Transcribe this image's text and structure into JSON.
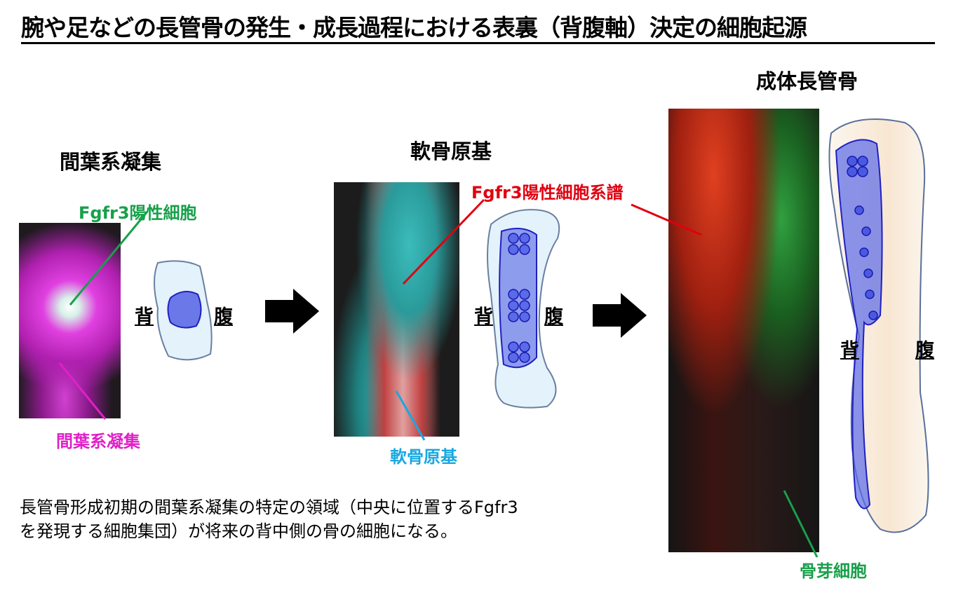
{
  "title": "腕や足などの長管骨の発生・成長過程における表裏（背腹軸）決定の細胞起源",
  "stages": [
    {
      "heading": "間葉系凝集",
      "label_top": "Fgfr3陽性細胞",
      "label_bottom": "間葉系凝集"
    },
    {
      "heading": "軟骨原基",
      "label_top": "Fgfr3陽性細胞系譜",
      "label_bottom": "軟骨原基"
    },
    {
      "heading": "成体長管骨",
      "label_bottom": "骨芽細胞"
    }
  ],
  "axis": {
    "dorsal": "背",
    "ventral": "腹"
  },
  "caption": [
    "長管骨形成初期の間葉系凝集の特定の領域（中央に位置するFgfr3",
    "を発現する細胞集団）が将来の背中側の骨の細胞になる。"
  ],
  "colors": {
    "green": "#17a04a",
    "magenta": "#e020c8",
    "red": "#e00010",
    "cyan": "#18a8e0",
    "blue": "#3333dd"
  }
}
